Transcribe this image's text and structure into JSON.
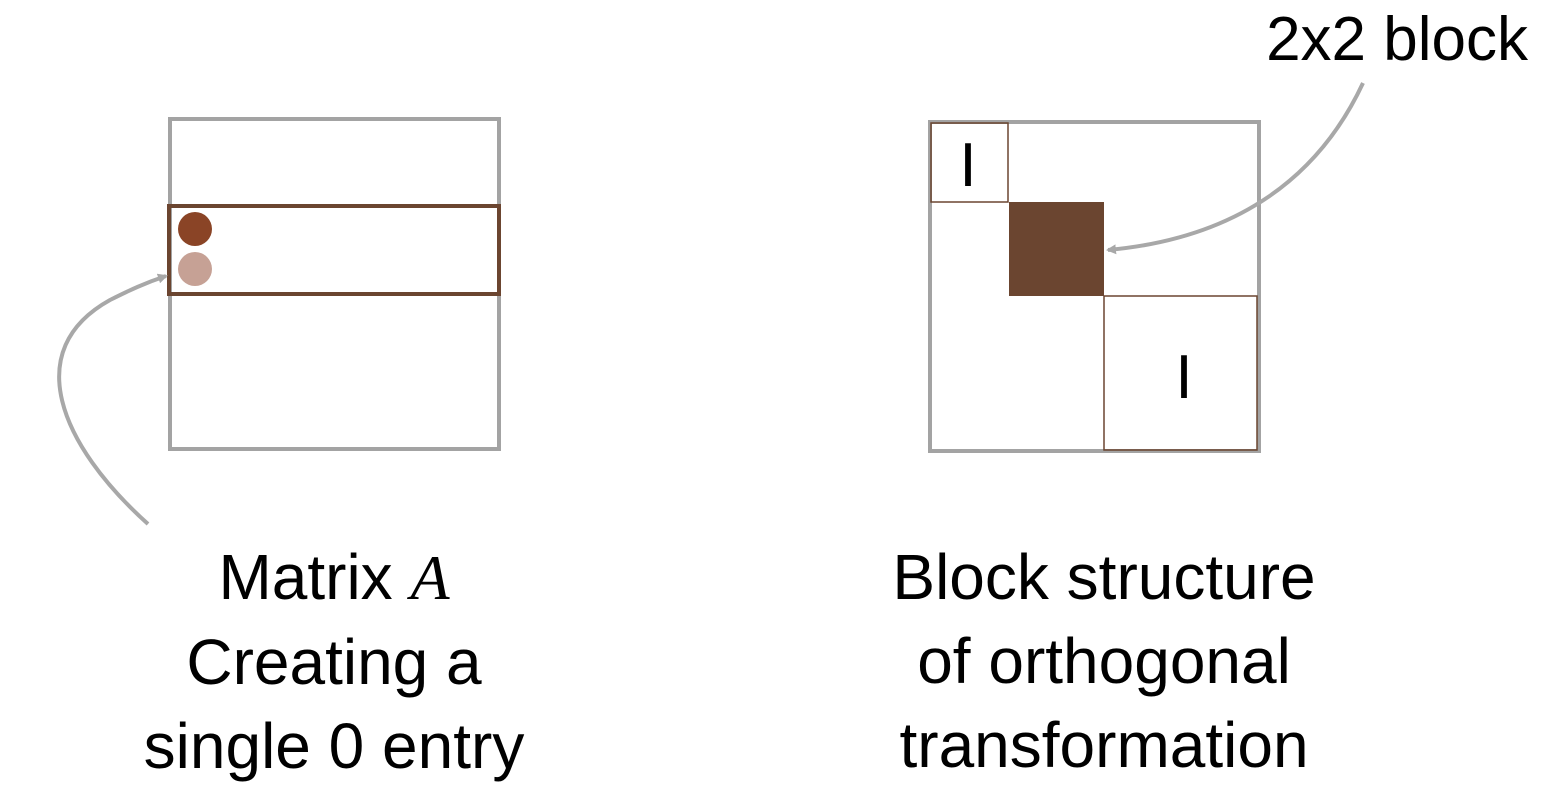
{
  "left_panel": {
    "title_prefix": "Matrix",
    "title_var": "A",
    "caption_line2": "Creating a",
    "caption_line3": "single 0 entry"
  },
  "right_panel": {
    "identity_top": "I",
    "identity_bottom": "I",
    "callout": "2x2 block",
    "caption_line1": "Block structure",
    "caption_line2": "of orthogonal",
    "caption_line3": "transformation"
  },
  "colors": {
    "matrix_border": "#a3a3a3",
    "row_band": "#6b4530",
    "dot_dark": "#8a4426",
    "dot_light": "#c6a195",
    "block_fill": "#6b4530",
    "arrow": "#a8a8a8"
  }
}
